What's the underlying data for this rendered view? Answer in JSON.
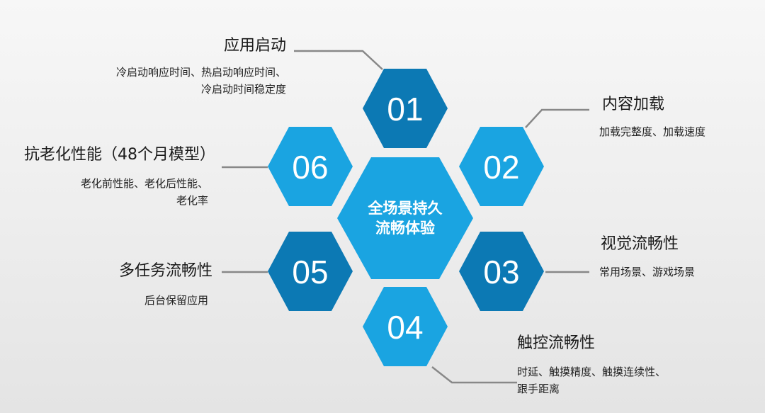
{
  "center": {
    "line1": "全场景持久",
    "line2": "流畅体验"
  },
  "colors": {
    "dark": "#0c79b4",
    "light": "#1aa4e1",
    "connector": "#888888"
  },
  "items": [
    {
      "num": "01",
      "title": "应用启动",
      "desc": [
        "冷启动响应时间、热启动响应时间、",
        "冷启动时间稳定度"
      ]
    },
    {
      "num": "02",
      "title": "内容加载",
      "desc": [
        "加载完整度、加载速度"
      ]
    },
    {
      "num": "03",
      "title": "视觉流畅性",
      "desc": [
        "常用场景、游戏场景"
      ]
    },
    {
      "num": "04",
      "title": "触控流畅性",
      "desc": [
        "时延、触摸精度、触摸连续性、",
        "跟手距离"
      ]
    },
    {
      "num": "05",
      "title": "多任务流畅性",
      "desc": [
        "后台保留应用"
      ]
    },
    {
      "num": "06",
      "title": "抗老化性能（48个月模型）",
      "desc": [
        "老化前性能、老化后性能、",
        "老化率"
      ]
    }
  ]
}
